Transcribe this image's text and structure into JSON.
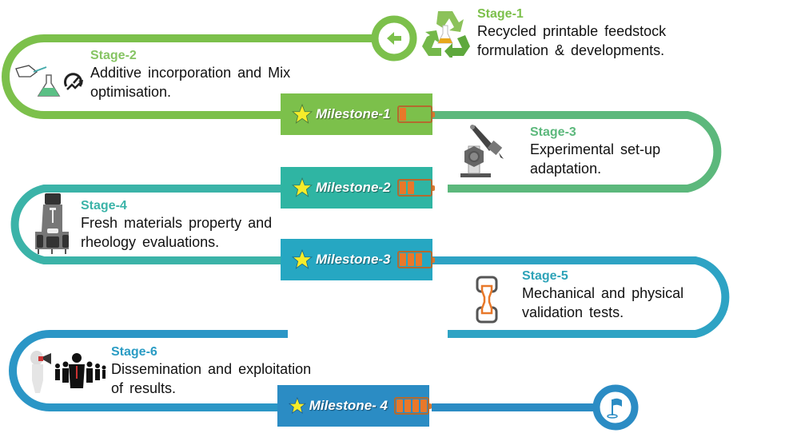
{
  "stages": [
    {
      "label": "Stage-1",
      "text_line1": "Recycled printable feedstock",
      "text_line2": "formulation & developments.",
      "icon": "recycle-flask-icon",
      "color": "#7cc04b"
    },
    {
      "label": "Stage-2",
      "text_line1": "Additive incorporation and Mix",
      "text_line2": "optimisation.",
      "icon": "lab-flask-icon",
      "color": "#86c463"
    },
    {
      "label": "Stage-3",
      "text_line1": "Experimental set-up",
      "text_line2": "adaptation.",
      "icon": "robot-arm-icon",
      "color": "#5cb87c"
    },
    {
      "label": "Stage-4",
      "text_line1": "Fresh materials property and",
      "text_line2": "rheology evaluations.",
      "icon": "rheometer-icon",
      "color": "#3bb3a8"
    },
    {
      "label": "Stage-5",
      "text_line1": "Mechanical and physical",
      "text_line2": "validation tests.",
      "icon": "tensile-specimen-icon",
      "color": "#2ea3b8"
    },
    {
      "label": "Stage-6",
      "text_line1": "Dissemination and exploitation",
      "text_line2": "of results.",
      "icon": "megaphone-people-icon",
      "color": "#2a9cc4"
    }
  ],
  "milestones": [
    {
      "label": "Milestone-1",
      "battery_cells_filled": 1,
      "battery_cells_total": 4,
      "color": "#7cc04b"
    },
    {
      "label": "Milestone-2",
      "battery_cells_filled": 2,
      "battery_cells_total": 4,
      "color": "#2fb5a3"
    },
    {
      "label": "Milestone-3",
      "battery_cells_filled": 3,
      "battery_cells_total": 4,
      "color": "#26a7c2"
    },
    {
      "label": "Milestone- 4",
      "battery_cells_filled": 4,
      "battery_cells_total": 4,
      "color": "#2b8cc4"
    }
  ],
  "start_icon": "arrow-left-icon",
  "end_icon": "flag-icon",
  "colors": {
    "track_green": "#7cc04b",
    "track_mint": "#5cb87c",
    "track_teal": "#3bb3a8",
    "track_cyan": "#2ea3c4",
    "track_blue": "#2b8cc4",
    "battery": "#e8782a",
    "star": "#f5ec2a"
  }
}
